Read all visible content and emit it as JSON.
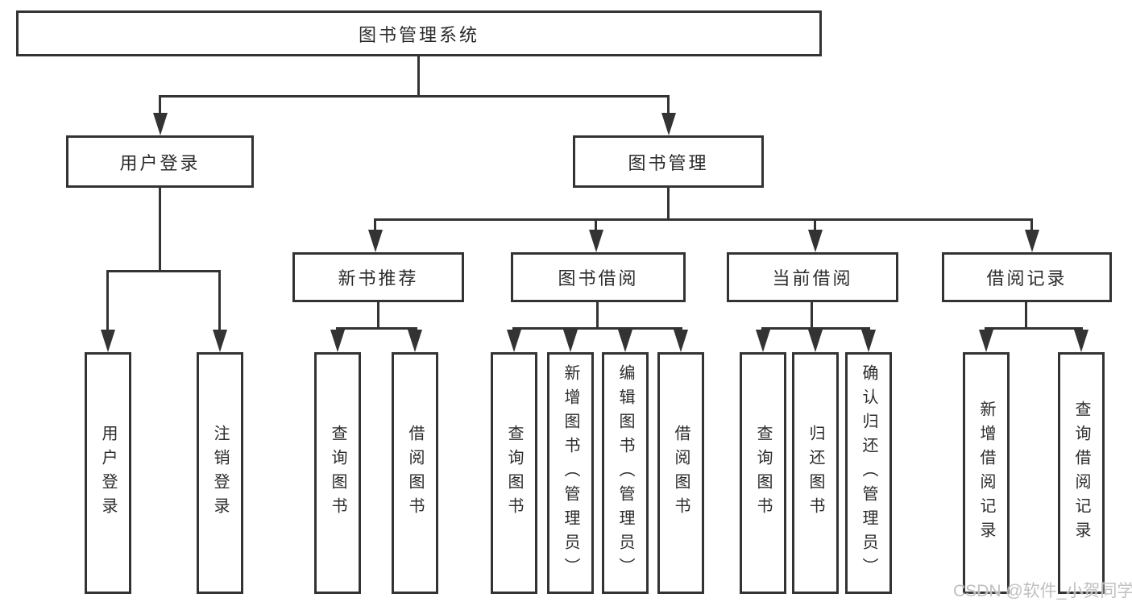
{
  "tree": {
    "root": {
      "label": "图书管理系统",
      "children": [
        {
          "label": "用户登录",
          "children": [
            {
              "label": "用户登录"
            },
            {
              "label": "注销登录"
            }
          ]
        },
        {
          "label": "图书管理",
          "children": [
            {
              "label": "新书推荐",
              "children": [
                {
                  "label": "查询图书"
                },
                {
                  "label": "借阅图书"
                }
              ]
            },
            {
              "label": "图书借阅",
              "children": [
                {
                  "label": "查询图书"
                },
                {
                  "label": "新增图书（管理员）"
                },
                {
                  "label": "编辑图书（管理员）"
                },
                {
                  "label": "借阅图书"
                }
              ]
            },
            {
              "label": "当前借阅",
              "children": [
                {
                  "label": "查询图书"
                },
                {
                  "label": "归还图书"
                },
                {
                  "label": "确认归还（管理员）"
                }
              ]
            },
            {
              "label": "借阅记录",
              "children": [
                {
                  "label": "新增借阅记录"
                },
                {
                  "label": "查询借阅记录"
                }
              ]
            }
          ]
        }
      ]
    }
  },
  "colors": {
    "line": "#333333",
    "box_border": "#333333",
    "box_fill": "#ffffff",
    "text": "#2b2b2b",
    "watermark": "#c0c0c0"
  },
  "watermark": {
    "text": "CSDN @软件_小贺同学"
  }
}
